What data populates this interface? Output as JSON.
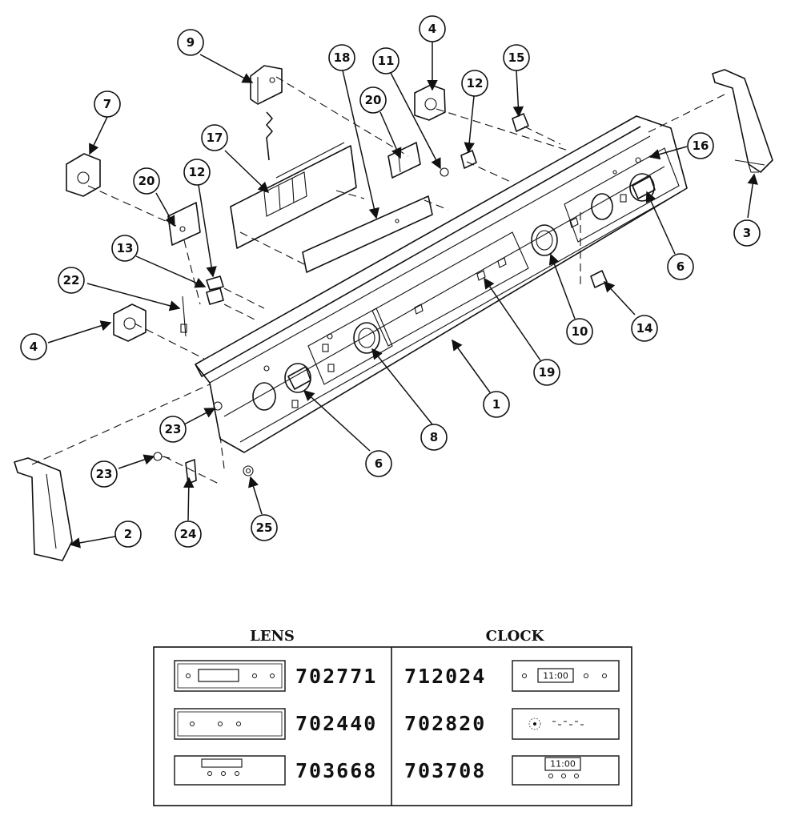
{
  "callouts": [
    "9",
    "18",
    "11",
    "4",
    "12",
    "15",
    "7",
    "20",
    "17",
    "20",
    "12",
    "16",
    "13",
    "22",
    "3",
    "6",
    "4",
    "10",
    "14",
    "19",
    "23",
    "1",
    "8",
    "23",
    "6",
    "2",
    "24",
    "25"
  ],
  "table": {
    "lens_header": "LENS",
    "clock_header": "CLOCK",
    "lens_parts": [
      "702771",
      "702440",
      "703668"
    ],
    "clock_parts": [
      "712024",
      "702820",
      "703708"
    ],
    "clock_displays": [
      "11:00",
      "11:00"
    ]
  }
}
